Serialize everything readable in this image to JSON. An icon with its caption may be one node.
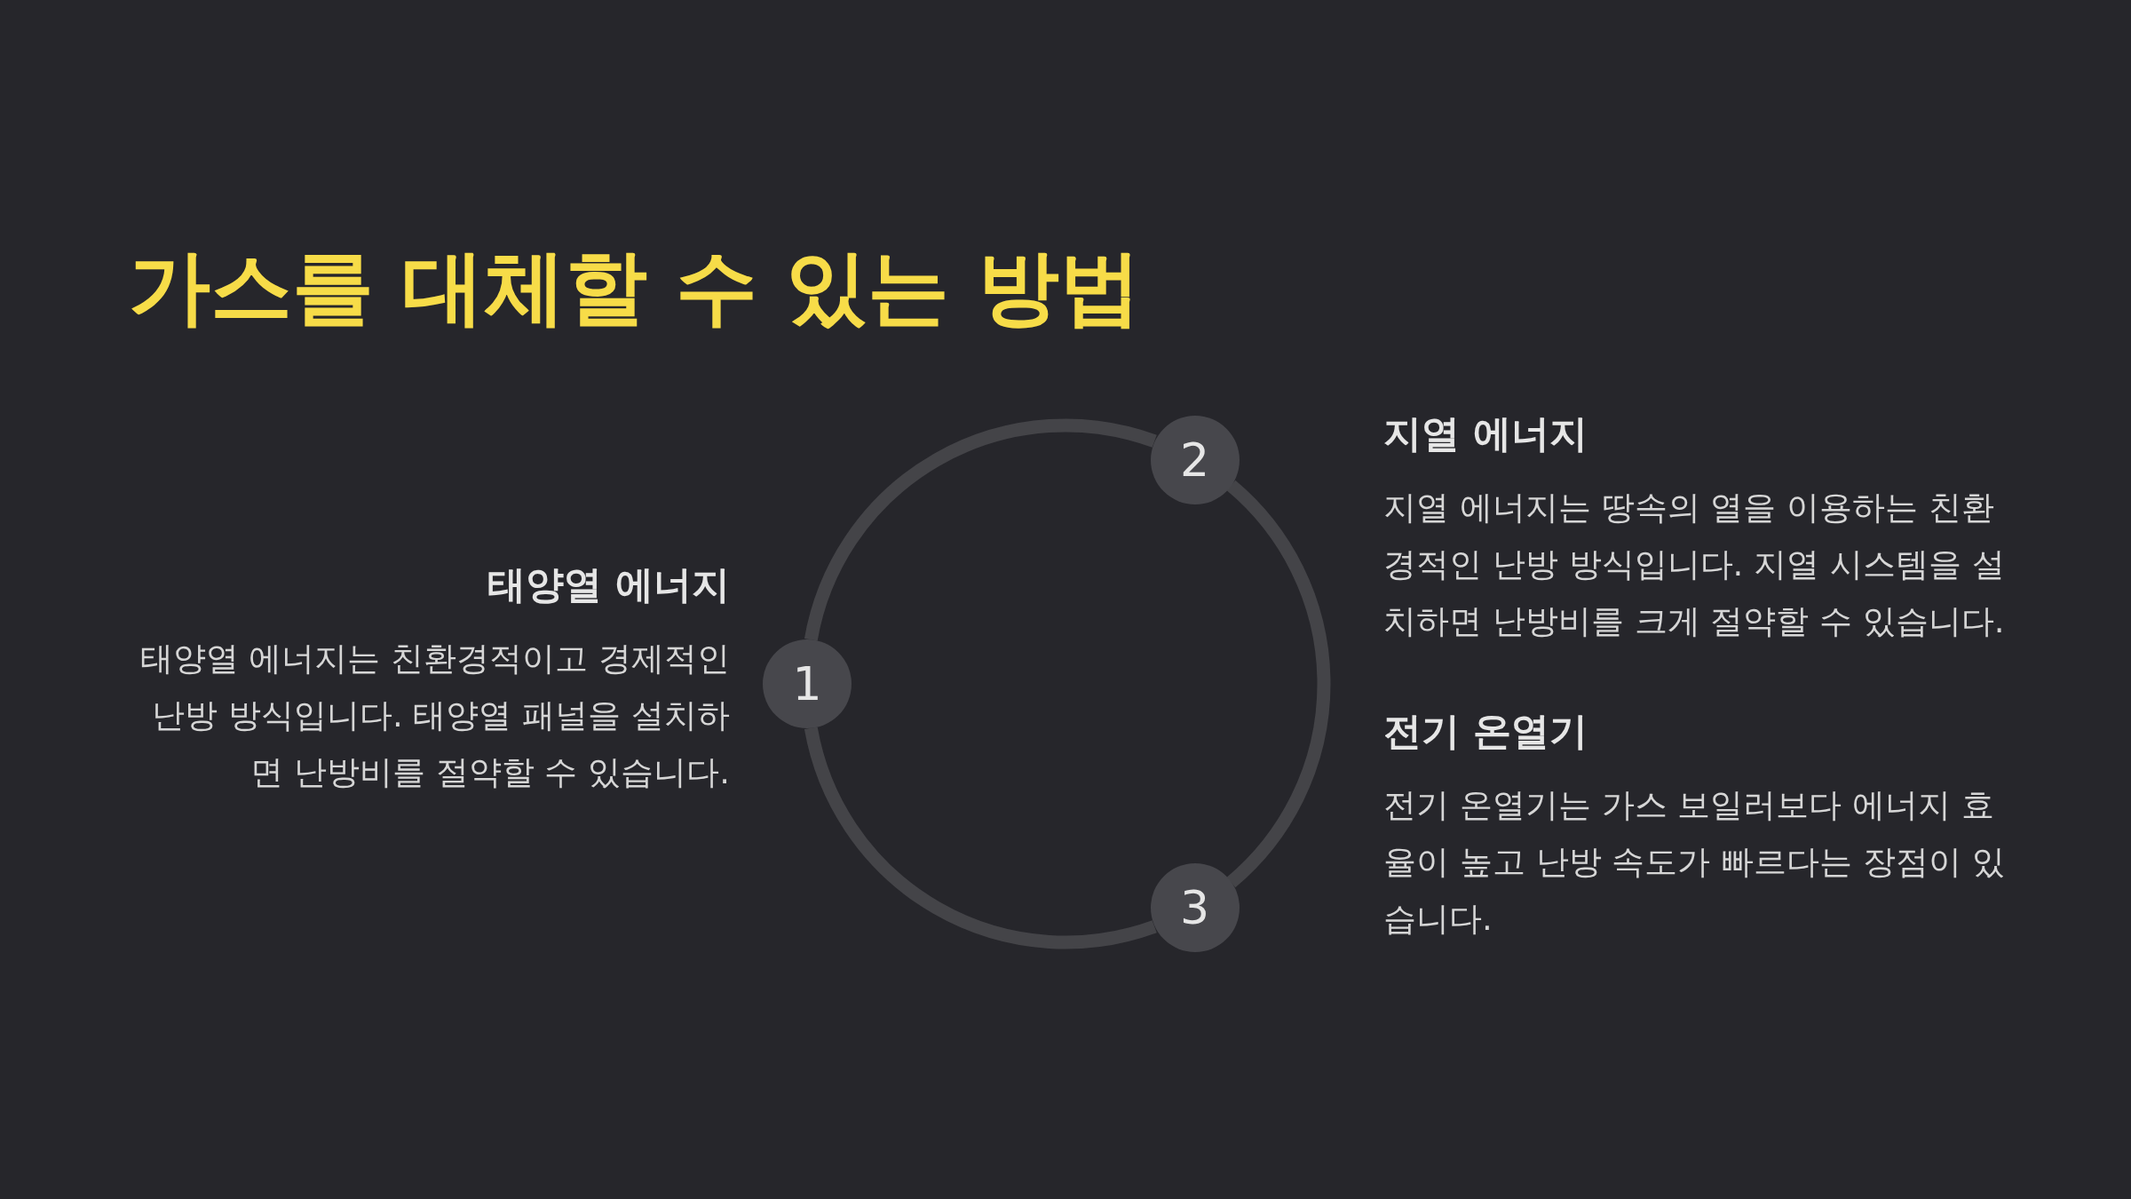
{
  "diagram": {
    "title": "가스를 대체할 수 있는 방법",
    "nodes": [
      {
        "text": [
          "1"
        ],
        "beside": [
          "태양열 에너지",
          "태양열 에너지는 친환경적이고 경제적인 난방 방식입니다. 태양열 패널을 설치하면 난방비를 절약할 수 있습니다."
        ]
      },
      {
        "text": [
          "2"
        ],
        "beside": [
          "지열 에너지",
          "지열 에너지는 땅속의 열을 이용하는 친환경적인 난방 방식입니다. 지열 시스템을 설치하면 난방비를 크게 절약할 수 있습니다."
        ]
      },
      {
        "text": [
          "3"
        ],
        "beside": [
          "전기 온열기",
          "전기 온열기는 가스 보일러보다 에너지 효율이 높고 난방 속도가 빠르다는 장점이 있습니다."
        ]
      }
    ],
    "edges": [
      {
        "from": 0,
        "to": 1,
        "arrow": "none"
      },
      {
        "from": 1,
        "to": 2,
        "arrow": "none"
      },
      {
        "from": 2,
        "to": 0,
        "arrow": "none"
      }
    ]
  }
}
